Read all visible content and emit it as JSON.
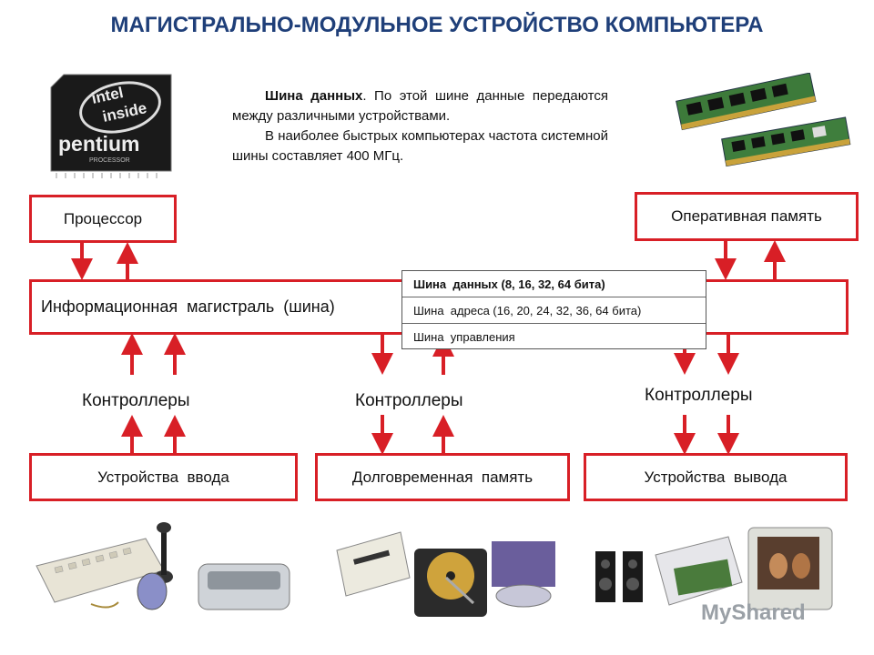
{
  "title": "МАГИСТРАЛЬНО-МОДУЛЬНОЕ УСТРОЙСТВО КОМПЬЮТЕРА",
  "description": {
    "term": "Шина данных",
    "line1_rest": ". По этой шине данные передаются между различными устройствами.",
    "line2": "В наиболее быстрых компьютерах частота системной шины составляет 400 МГц."
  },
  "boxes": {
    "processor": "Процессор",
    "ram": "Оперативная память",
    "bus": "Информационная  магистраль  (шина)",
    "input": "Устройства  ввода",
    "storage": "Долговременная  память",
    "output": "Устройства  вывода"
  },
  "controllers": [
    "Контроллеры",
    "Контроллеры",
    "Контроллеры"
  ],
  "bus_types": [
    "Шина  данных (8, 16, 32, 64 бита)",
    "Шина  адреса (16, 20, 24, 32, 36, 64 бита)",
    "Шина  управления"
  ],
  "chip": {
    "brand1": "intel",
    "brand2": "inside",
    "product": "pentium",
    "sub": "PROCESSOR"
  },
  "watermark": "MyShared",
  "colors": {
    "accent": "#d81f26",
    "title": "#1f3f79"
  }
}
